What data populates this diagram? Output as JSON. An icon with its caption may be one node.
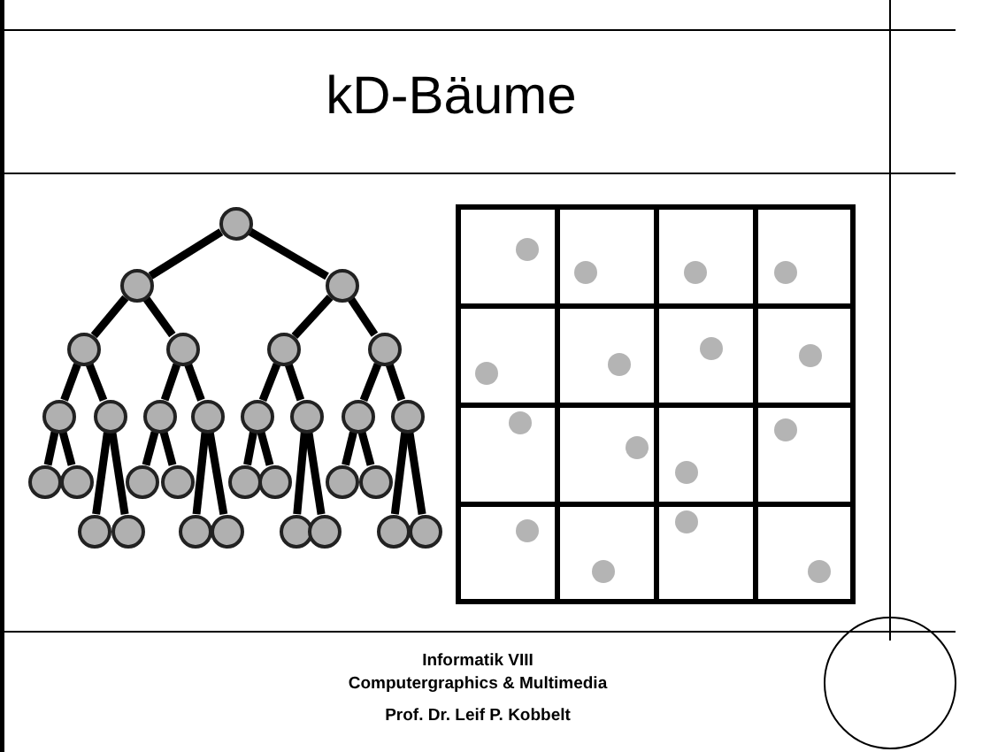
{
  "diagram": {
    "title": "kD-Bäume",
    "nodes": [
      {
        "text": [],
        "shape": "circle"
      },
      {
        "text": [],
        "shape": "circle"
      },
      {
        "text": [],
        "shape": "circle"
      },
      {
        "text": [],
        "shape": "circle"
      },
      {
        "text": [],
        "shape": "circle"
      },
      {
        "text": [],
        "shape": "circle"
      },
      {
        "text": [],
        "shape": "circle"
      },
      {
        "text": [],
        "shape": "circle"
      },
      {
        "text": [],
        "shape": "circle"
      },
      {
        "text": [],
        "shape": "circle"
      },
      {
        "text": [],
        "shape": "circle"
      },
      {
        "text": [],
        "shape": "circle"
      },
      {
        "text": [],
        "shape": "circle"
      },
      {
        "text": [],
        "shape": "circle"
      },
      {
        "text": [],
        "shape": "circle"
      },
      {
        "text": [],
        "shape": "circle"
      },
      {
        "text": [],
        "shape": "circle"
      },
      {
        "text": [],
        "shape": "circle"
      },
      {
        "text": [],
        "shape": "circle"
      },
      {
        "text": [],
        "shape": "circle"
      },
      {
        "text": [],
        "shape": "circle"
      },
      {
        "text": [],
        "shape": "circle"
      },
      {
        "text": [],
        "shape": "circle"
      },
      {
        "text": [],
        "shape": "circle"
      },
      {
        "text": [],
        "shape": "circle"
      },
      {
        "text": [],
        "shape": "circle"
      },
      {
        "text": [],
        "shape": "circle"
      },
      {
        "text": [],
        "shape": "circle"
      },
      {
        "text": [],
        "shape": "circle"
      },
      {
        "text": [],
        "shape": "circle"
      },
      {
        "text": [],
        "shape": "circle"
      }
    ],
    "edges": [
      {
        "from": 0,
        "to": 1,
        "arrow": "none"
      },
      {
        "from": 0,
        "to": 2,
        "arrow": "none"
      },
      {
        "from": 1,
        "to": 3,
        "arrow": "none"
      },
      {
        "from": 1,
        "to": 4,
        "arrow": "none"
      },
      {
        "from": 2,
        "to": 5,
        "arrow": "none"
      },
      {
        "from": 2,
        "to": 6,
        "arrow": "none"
      },
      {
        "from": 3,
        "to": 7,
        "arrow": "none"
      },
      {
        "from": 3,
        "to": 8,
        "arrow": "none"
      },
      {
        "from": 4,
        "to": 9,
        "arrow": "none"
      },
      {
        "from": 4,
        "to": 10,
        "arrow": "none"
      },
      {
        "from": 5,
        "to": 11,
        "arrow": "none"
      },
      {
        "from": 5,
        "to": 12,
        "arrow": "none"
      },
      {
        "from": 6,
        "to": 13,
        "arrow": "none"
      },
      {
        "from": 6,
        "to": 14,
        "arrow": "none"
      },
      {
        "from": 7,
        "to": 15,
        "arrow": "none"
      },
      {
        "from": 7,
        "to": 16,
        "arrow": "none"
      },
      {
        "from": 8,
        "to": 17,
        "arrow": "none"
      },
      {
        "from": 8,
        "to": 18,
        "arrow": "none"
      },
      {
        "from": 9,
        "to": 19,
        "arrow": "none"
      },
      {
        "from": 9,
        "to": 20,
        "arrow": "none"
      },
      {
        "from": 10,
        "to": 21,
        "arrow": "none"
      },
      {
        "from": 10,
        "to": 22,
        "arrow": "none"
      },
      {
        "from": 11,
        "to": 23,
        "arrow": "none"
      },
      {
        "from": 11,
        "to": 24,
        "arrow": "none"
      },
      {
        "from": 12,
        "to": 25,
        "arrow": "none"
      },
      {
        "from": 12,
        "to": 26,
        "arrow": "none"
      },
      {
        "from": 13,
        "to": 27,
        "arrow": "none"
      },
      {
        "from": 13,
        "to": 28,
        "arrow": "none"
      },
      {
        "from": 14,
        "to": 29,
        "arrow": "none"
      },
      {
        "from": 14,
        "to": 30,
        "arrow": "none"
      }
    ],
    "labels": [
      "Informatik VIII",
      "Computergraphics & Multimedia",
      "Prof. Dr. Leif P. Kobbelt"
    ]
  }
}
